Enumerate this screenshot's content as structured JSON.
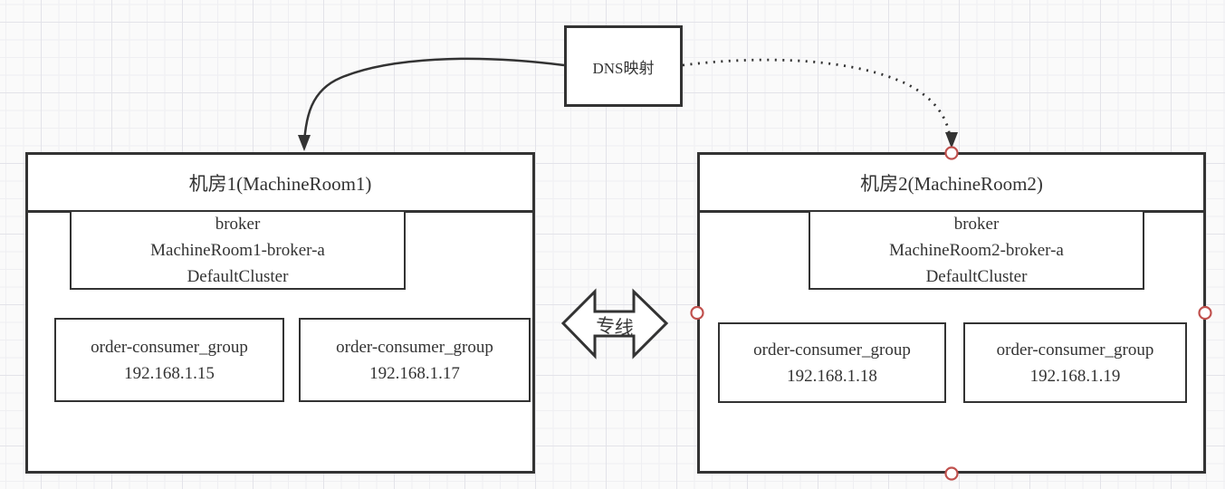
{
  "canvas": {
    "background": "#fafafa"
  },
  "colors": {
    "stroke": "#333333",
    "shape_fill": "#ffffff",
    "text": "#333333",
    "connection_point": "#c0504d",
    "grid_minor": "#efeff2",
    "grid_major": "#e3e3e9"
  },
  "dns": {
    "label": "DNS映射"
  },
  "link": {
    "label": "专线"
  },
  "rooms": [
    {
      "title": "机房1(MachineRoom1)",
      "broker": [
        "broker",
        "MachineRoom1-broker-a",
        "DefaultCluster"
      ],
      "consumers": [
        {
          "name": "order-consumer_group",
          "ip": "192.168.1.15"
        },
        {
          "name": "order-consumer_group",
          "ip": "192.168.1.17"
        }
      ]
    },
    {
      "title": "机房2(MachineRoom2)",
      "broker": [
        "broker",
        "MachineRoom2-broker-a",
        "DefaultCluster"
      ],
      "consumers": [
        {
          "name": "order-consumer_group",
          "ip": "192.168.1.18"
        },
        {
          "name": "order-consumer_group",
          "ip": "192.168.1.19"
        }
      ]
    }
  ],
  "connectors": [
    {
      "from": "DNS映射",
      "to": "机房1(MachineRoom1)",
      "style": "solid-curved-arrow"
    },
    {
      "from": "DNS映射",
      "to": "机房2(MachineRoom2)",
      "style": "dotted-curved-arrow"
    },
    {
      "between": [
        "机房1(MachineRoom1)",
        "机房2(MachineRoom2)"
      ],
      "style": "double-headed-arrow",
      "label": "专线"
    }
  ]
}
